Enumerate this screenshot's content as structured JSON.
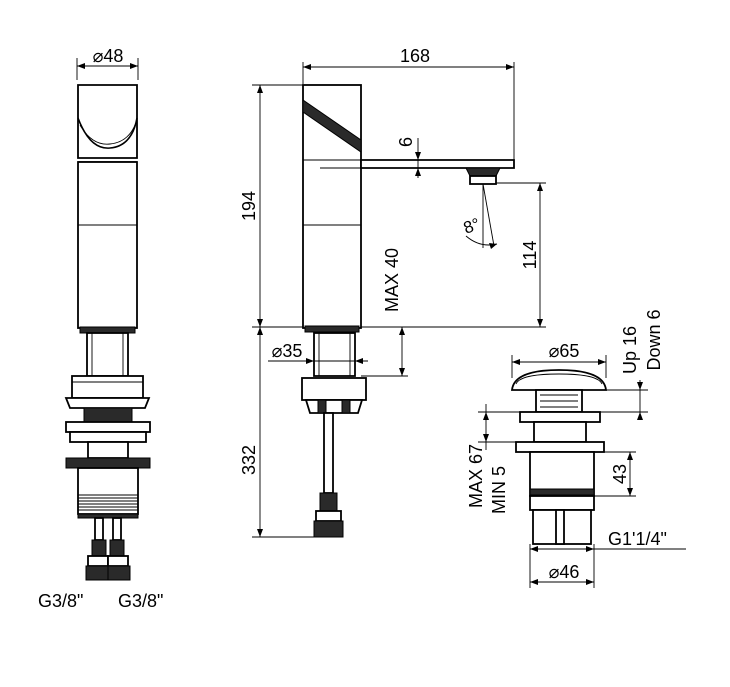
{
  "front_view": {
    "width_label": "⌀48",
    "connection_left": "G3/8\"",
    "connection_right": "G3/8\""
  },
  "side_view": {
    "length_label": "168",
    "height_label": "194",
    "spout_thickness_label": "6",
    "spout_height_label": "114",
    "angle_label": "8°",
    "max_deck_label": "MAX 40",
    "shank_label": "⌀35",
    "hose_label": "332"
  },
  "waste_view": {
    "cap_label": "⌀65",
    "up_label": "Up 16",
    "down_label": "Down 6",
    "max_label": "MAX 67",
    "min_label": "MIN 5",
    "height_label": "43",
    "thread_label": "G1'1/4\"",
    "base_label": "⌀46"
  }
}
